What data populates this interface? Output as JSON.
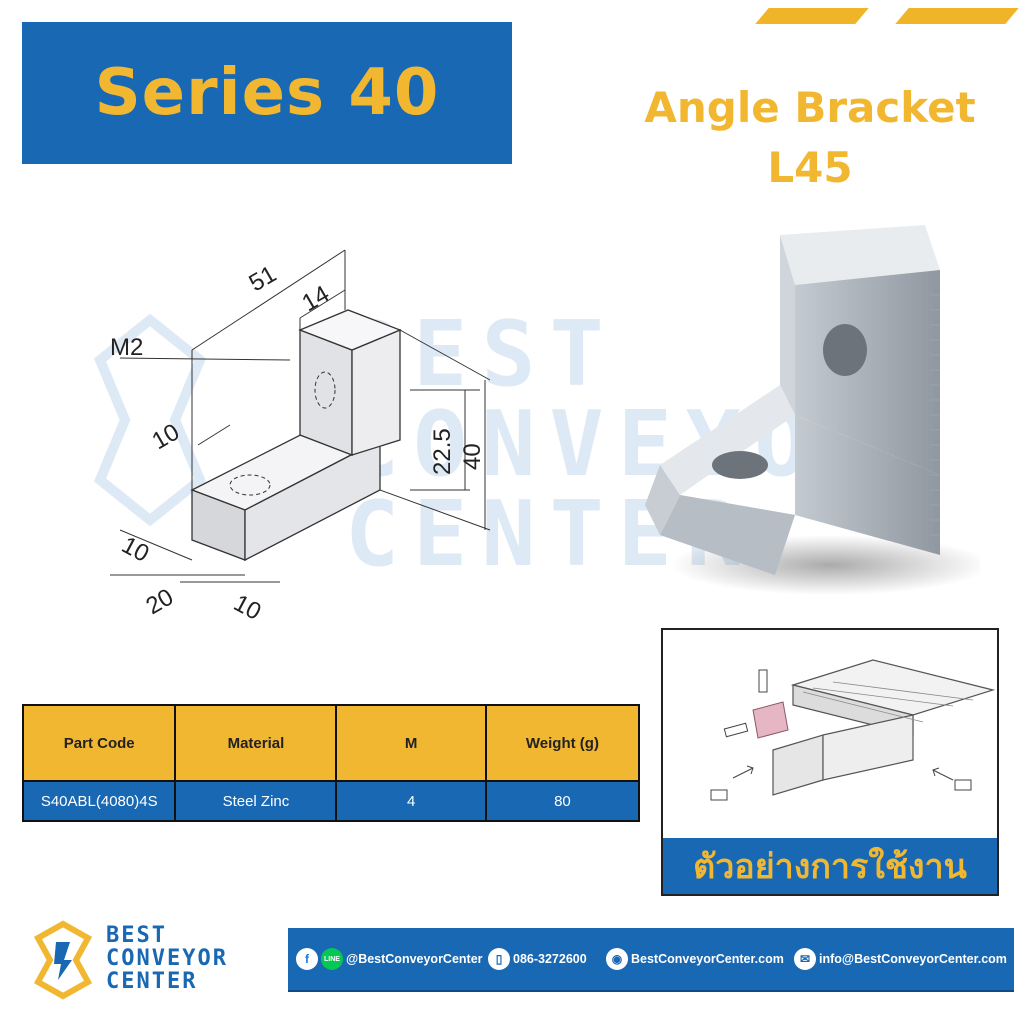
{
  "header": {
    "series": "Series 40",
    "product_line1": "Angle Bracket",
    "product_line2": "L45"
  },
  "watermark": {
    "line1": "BEST",
    "line2": "CONVEYOR",
    "line3": "CENTER"
  },
  "drawing": {
    "dim_51": "51",
    "dim_14": "14",
    "dim_m2": "M2",
    "dim_10_top": "10",
    "dim_22_5": "22.5",
    "dim_40": "40",
    "dim_10_left": "10",
    "dim_20": "20",
    "dim_10_bottom": "10"
  },
  "table": {
    "headers": [
      "Part Code",
      "Material",
      "M",
      "Weight (g)"
    ],
    "row": [
      "S40ABL(4080)4S",
      "Steel Zinc",
      "4",
      "80"
    ]
  },
  "usage": {
    "label": "ตัวอย่างการใช้งาน"
  },
  "logo": {
    "line1": "BEST",
    "line2": "CONVEYOR",
    "line3": "CENTER"
  },
  "contacts": {
    "social": "@BestConveyorCenter",
    "phone": "086-3272600",
    "website": "BestConveyorCenter.com",
    "email": "info@BestConveyorCenter.com",
    "line_icon_text": "LINE"
  },
  "colors": {
    "brand_blue": "#1868b4",
    "brand_yellow": "#f2b731"
  }
}
